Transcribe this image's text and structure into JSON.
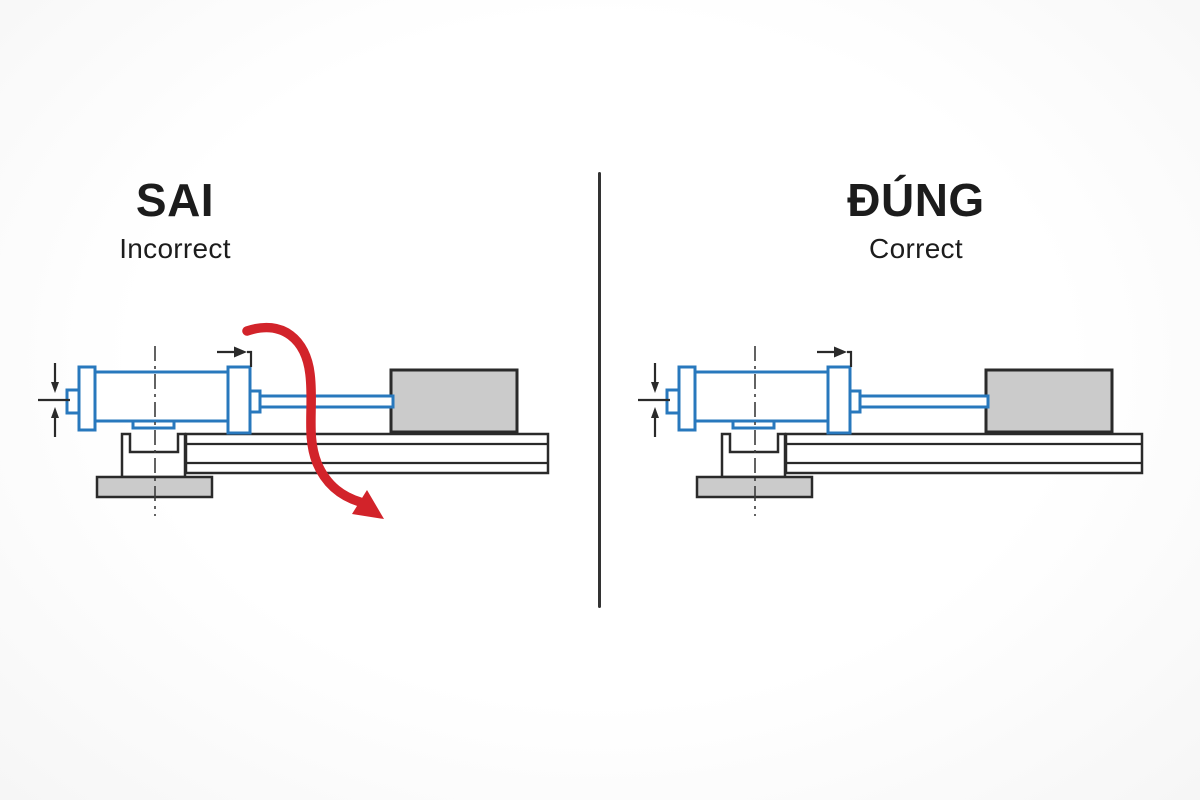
{
  "panels": {
    "left": {
      "title": "SAI",
      "subtitle": "Incorrect"
    },
    "right": {
      "title": "ĐÚNG",
      "subtitle": "Correct"
    }
  },
  "colors": {
    "background": "#f6f6f6",
    "divider": "#333333",
    "line": "#2a2a2a",
    "cylinder_blue": "#2878bd",
    "error_red": "#d2232a",
    "gray_fill": "#cbcbcb",
    "text": "#1c1c1c"
  },
  "icons": {
    "misalignment_arrow": "curved-red-arrow-down-right",
    "stroke_direction_arrow": "right-arrow-with-bent-leader",
    "alignment_tolerance": "vertical-converging-dimension-arrows",
    "centerline": "dash-dot-centerline"
  }
}
